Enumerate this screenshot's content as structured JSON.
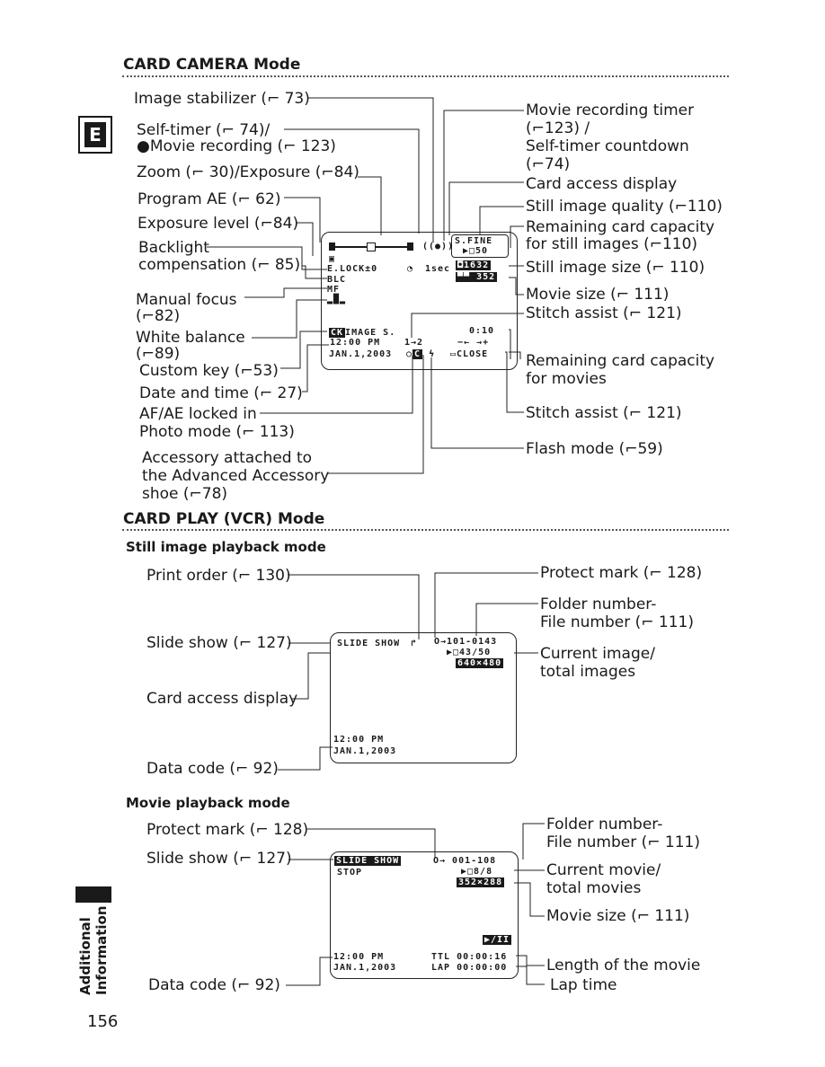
{
  "section_tab": "E",
  "page_number": "156",
  "side_label": {
    "line1": "Additional",
    "line2": "Information"
  },
  "card_camera": {
    "title": "CARD CAMERA Mode",
    "left_labels": [
      "Image stabilizer (⌐ 73)",
      "Self-timer (⌐ 74)/",
      "●Movie recording (⌐ 123)",
      "Zoom (⌐ 30)/Exposure (⌐84)",
      "Program AE (⌐ 62)",
      "Exposure level (⌐84)",
      "Backlight",
      "compensation (⌐ 85)",
      "Manual focus",
      "(⌐82)",
      "White balance",
      "(⌐89)",
      "Custom key (⌐53)",
      "Date and time (⌐ 27)",
      "AF/AE locked in",
      "Photo mode (⌐ 113)",
      "Accessory attached to",
      "the Advanced Accessory",
      "shoe (⌐78)"
    ],
    "right_labels": [
      "Movie recording timer",
      "(⌐123) /",
      "Self-timer countdown",
      "(⌐74)",
      "Card access display",
      "Still image quality (⌐110)",
      "Remaining card capacity",
      "for still images (⌐110)",
      "Still image size (⌐ 110)",
      "Movie size (⌐ 111)",
      "Stitch assist (⌐ 121)",
      "Remaining card capacity",
      "for movies",
      "Stitch assist (⌐ 121)",
      "Flash mode (⌐59)"
    ],
    "screen": {
      "elock": "E.LOCK±0",
      "blc": "BLC",
      "mf": "MF",
      "timer": "1sec",
      "quality": "S.FINE",
      "still_remaining": "▶□50",
      "still_size": "1632",
      "movie_size": "352",
      "image_s": "IMAGE S.",
      "time": "12:00 PM",
      "stitch": "1→2",
      "date": "JAN.1,2003",
      "rec_timer": "0:10",
      "stitch_arrows": "−← →+",
      "close": "CLOSE"
    }
  },
  "card_play": {
    "title": "CARD PLAY (VCR) Mode",
    "still": {
      "title": "Still image playback mode",
      "left_labels": [
        "Print order (⌐ 130)",
        "Slide show (⌐ 127)",
        "Card access display",
        "Data code (⌐ 92)"
      ],
      "right_labels": [
        "Protect mark (⌐ 128)",
        "Folder number-",
        "File number (⌐ 111)",
        "Current image/",
        "total images"
      ],
      "screen": {
        "slideshow": "SLIDE SHOW",
        "file": "O→101-0143",
        "images": "▶□43/50",
        "size": "640×480",
        "time": "12:00 PM",
        "date": "JAN.1,2003"
      }
    },
    "movie": {
      "title": "Movie playback mode",
      "left_labels": [
        "Protect mark (⌐ 128)",
        "Slide show (⌐ 127)",
        "Data code (⌐ 92)"
      ],
      "right_labels": [
        "Folder number-",
        "File number (⌐ 111)",
        "Current movie/",
        "total movies",
        "Movie size (⌐ 111)",
        "Length of the movie",
        "Lap time"
      ],
      "screen": {
        "slideshow": "SLIDE SHOW",
        "stop": "STOP",
        "file": "O→ 001-108",
        "movies": "▶□8/8",
        "size": "352×288",
        "play": "▶/II",
        "time": "12:00 PM",
        "date": "JAN.1,2003",
        "ttl": "TTL 00:00:16",
        "lap": "LAP 00:00:00"
      }
    }
  }
}
